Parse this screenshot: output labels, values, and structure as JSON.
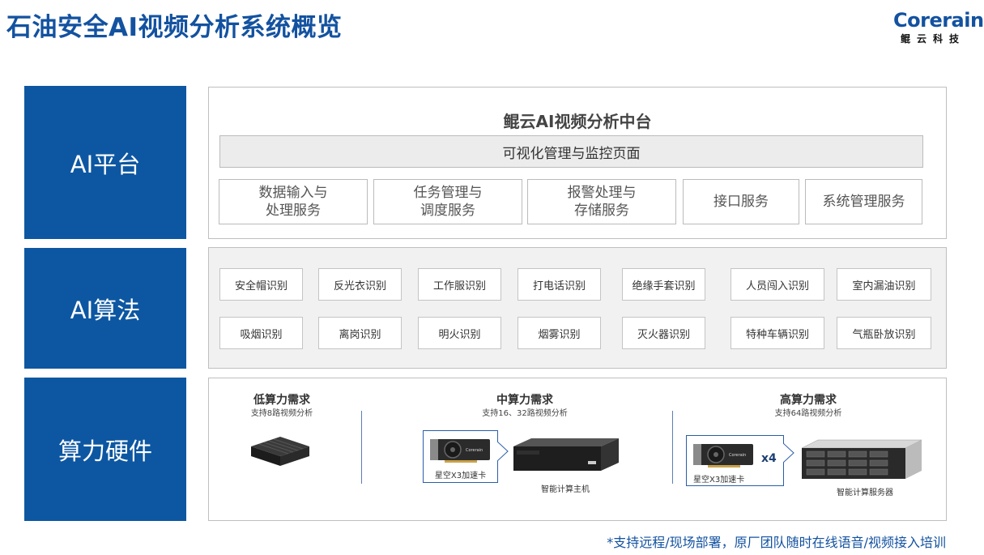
{
  "header": {
    "title": "石油安全AI视频分析系统概览",
    "logo_main": "Corerain",
    "logo_sub": "鲲云科技"
  },
  "side_labels": [
    "AI平台",
    "AI算法",
    "算力硬件"
  ],
  "platform": {
    "title": "鲲云AI视频分析中台",
    "bar": "可视化管理与监控页面",
    "services": [
      {
        "line1": "数据输入与",
        "line2": "处理服务"
      },
      {
        "line1": "任务管理与",
        "line2": "调度服务"
      },
      {
        "line1": "报警处理与",
        "line2": "存储服务"
      },
      {
        "line1": "接口服务",
        "line2": ""
      },
      {
        "line1": "系统管理服务",
        "line2": ""
      }
    ]
  },
  "algorithms": {
    "row1": [
      "安全帽识别",
      "反光衣识别",
      "工作服识别",
      "打电话识别",
      "绝缘手套识别",
      "人员闯入识别",
      "室内漏油识别"
    ],
    "row2": [
      "吸烟识别",
      "离岗识别",
      "明火识别",
      "烟雾识别",
      "灭火器识别",
      "特种车辆识别",
      "气瓶卧放识别"
    ]
  },
  "hardware": {
    "low": {
      "title": "低算力需求",
      "sub": "支持8路视频分析"
    },
    "mid": {
      "title": "中算力需求",
      "sub": "支持16、32路视频分析",
      "card_caption": "星空X3加速卡",
      "device_caption": "智能计算主机"
    },
    "high": {
      "title": "高算力需求",
      "sub": "支持64路视频分析",
      "card_caption": "星空X3加速卡",
      "multiplier": "x4",
      "device_caption": "智能计算服务器"
    }
  },
  "footnote": "*支持远程/现场部署，原厂团队随时在线语音/视频接入培训",
  "colors": {
    "brand_blue": "#0d57a2",
    "title_blue": "#1352a0"
  }
}
